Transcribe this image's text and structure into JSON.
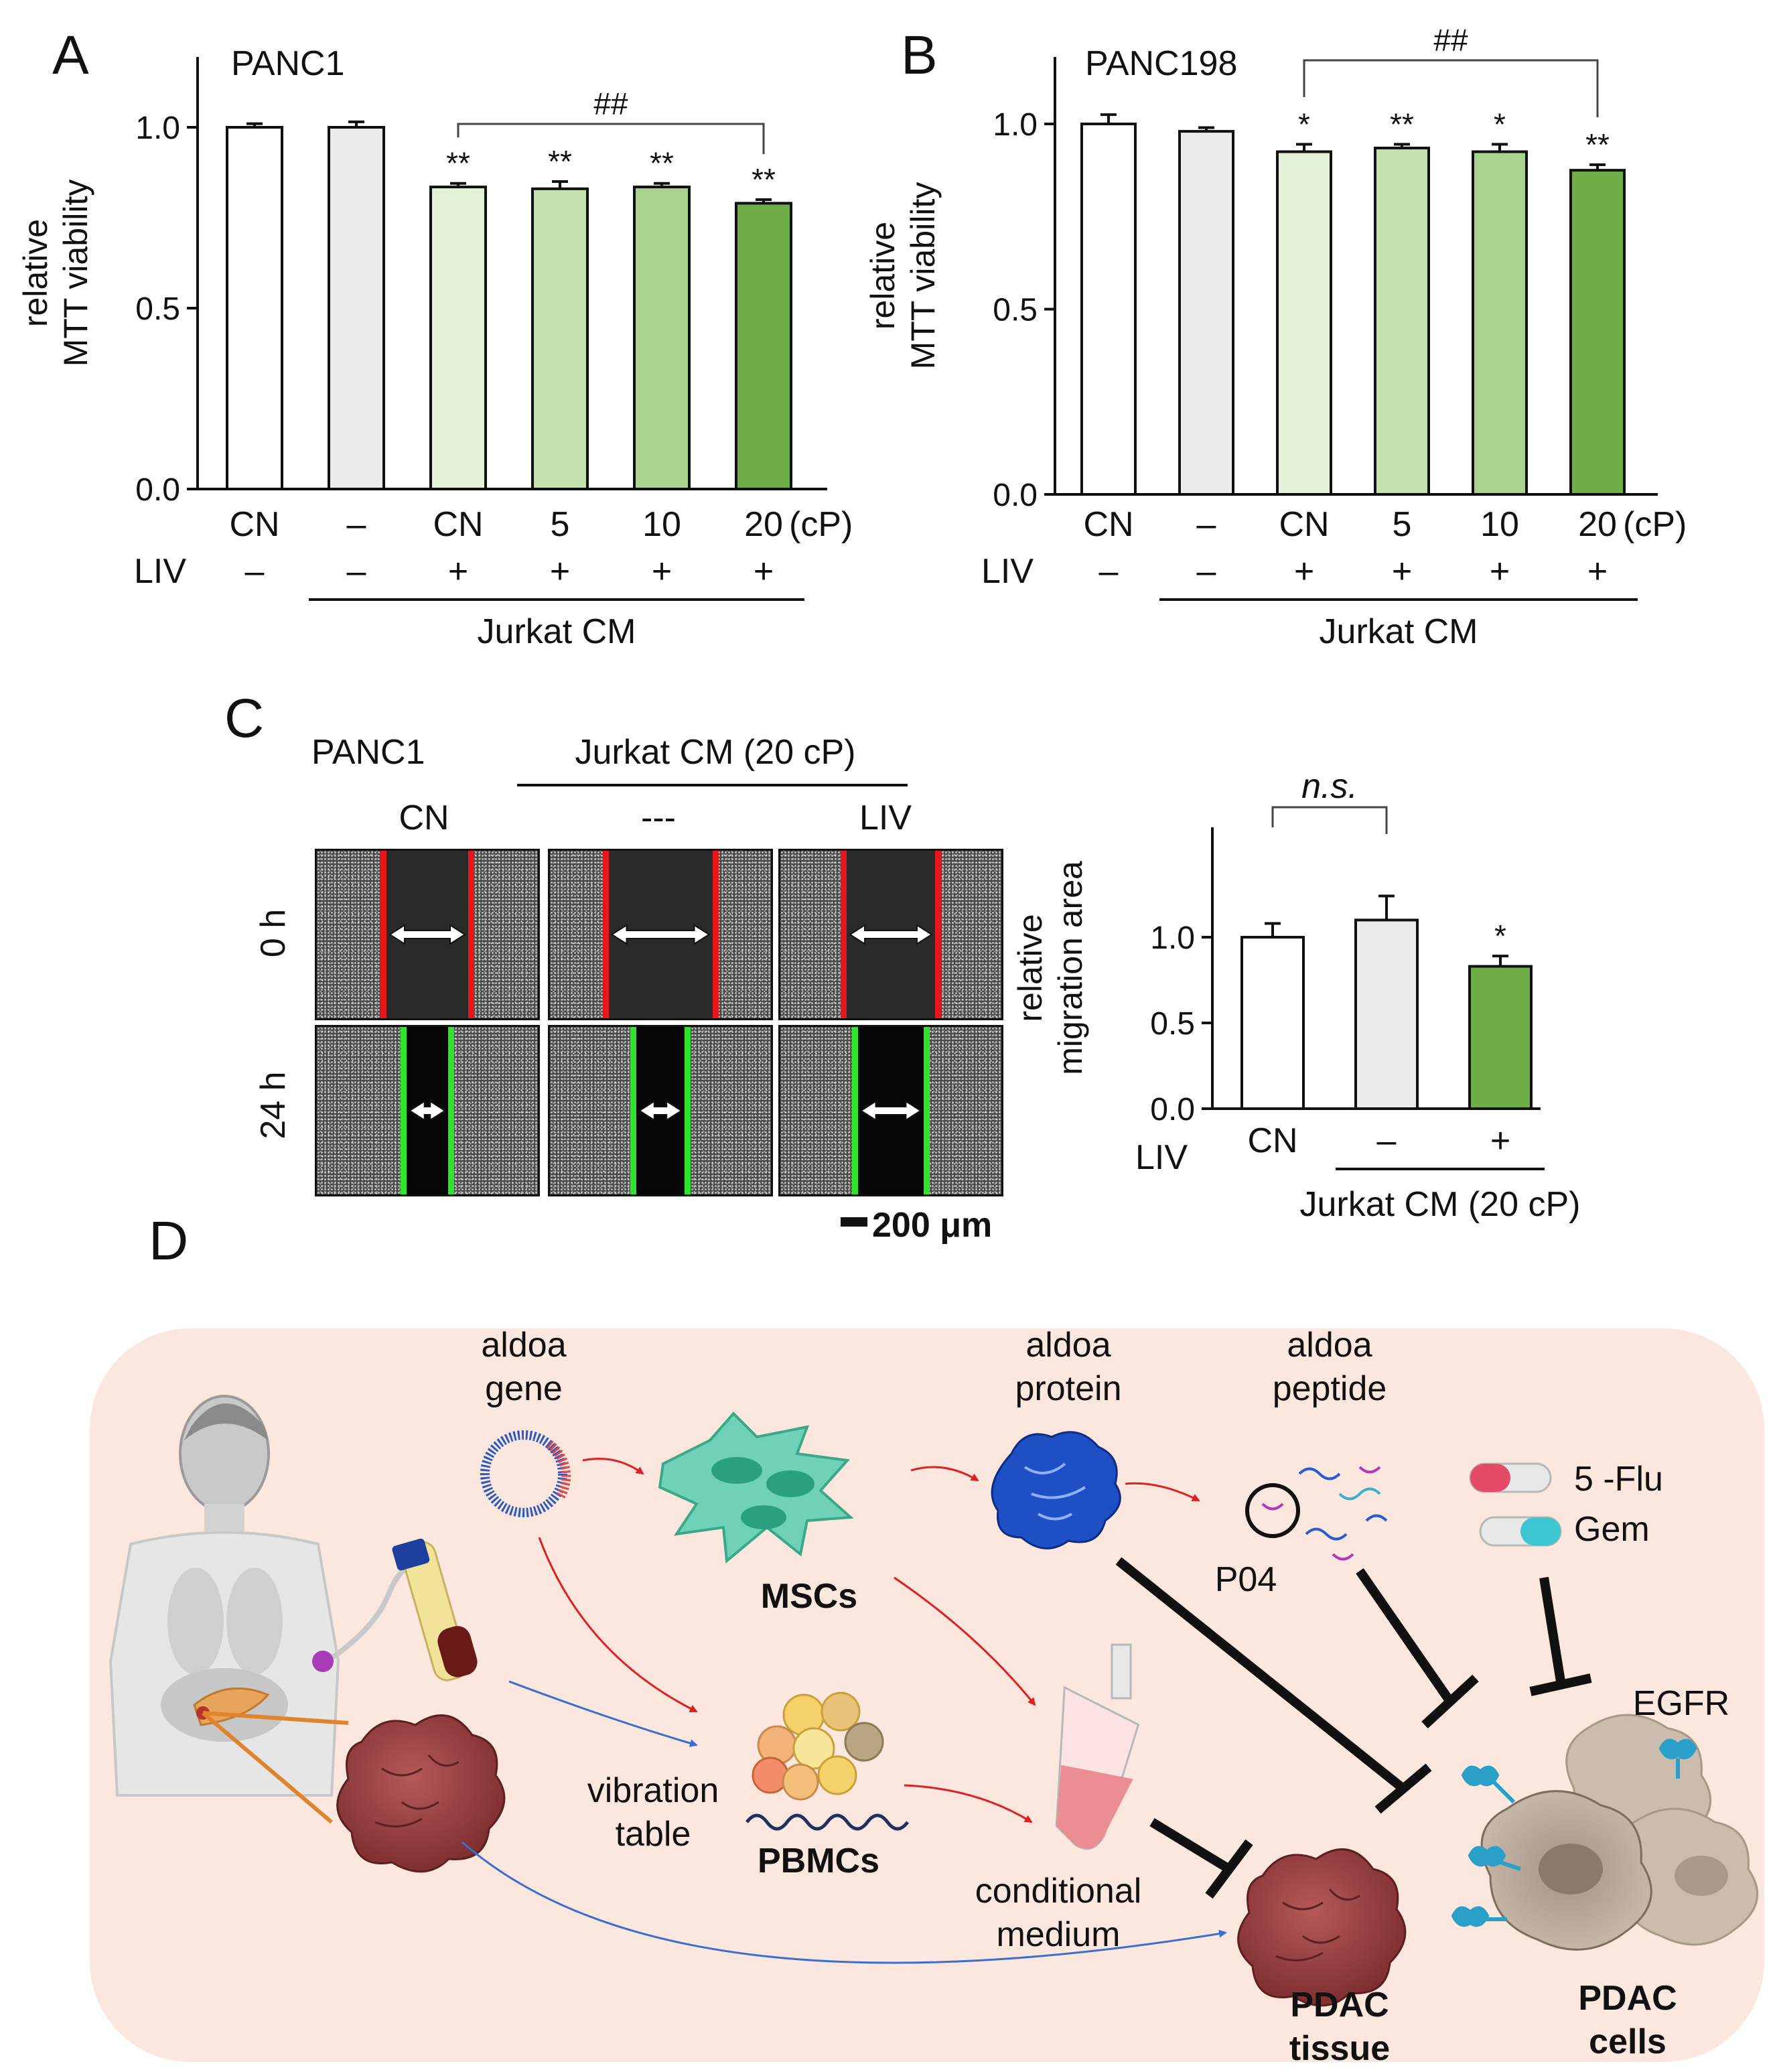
{
  "panels": {
    "a": "A",
    "b": "B",
    "c": "C",
    "d": "D"
  },
  "chart_data": [
    {
      "type": "bar",
      "id": "A",
      "title": "PANC1",
      "ylabel_line1": "relative",
      "ylabel_line2": "MTT viability",
      "ylim": [
        0,
        1.0
      ],
      "yticks": [
        "0.0",
        "0.5",
        "1.0"
      ],
      "categories": [
        "CN",
        "–",
        "CN",
        "5",
        "10",
        "20"
      ],
      "unit_label": "(cP)",
      "liv_label": "LIV",
      "liv": [
        "–",
        "–",
        "+",
        "+",
        "+",
        "+"
      ],
      "group_label": "Jurkat CM",
      "values": [
        1.0,
        1.0,
        0.835,
        0.83,
        0.835,
        0.79
      ],
      "errors": [
        0.01,
        0.015,
        0.01,
        0.02,
        0.01,
        0.01
      ],
      "colors": [
        "#ffffff",
        "#ebebeb",
        "#e3f1d8",
        "#c5e2ae",
        "#a9d490",
        "#6fad47"
      ],
      "stars": [
        "",
        "",
        "**",
        "**",
        "**",
        "**"
      ],
      "bracket": {
        "from": 2,
        "to": 5,
        "label": "##"
      }
    },
    {
      "type": "bar",
      "id": "B",
      "title": "PANC198",
      "ylabel_line1": "relative",
      "ylabel_line2": "MTT viability",
      "ylim": [
        0,
        1.0
      ],
      "yticks": [
        "0.0",
        "0.5",
        "1.0"
      ],
      "categories": [
        "CN",
        "–",
        "CN",
        "5",
        "10",
        "20"
      ],
      "unit_label": "(cP)",
      "liv_label": "LIV",
      "liv": [
        "–",
        "–",
        "+",
        "+",
        "+",
        "+"
      ],
      "group_label": "Jurkat CM",
      "values": [
        1.0,
        0.98,
        0.925,
        0.935,
        0.925,
        0.875
      ],
      "errors": [
        0.025,
        0.01,
        0.02,
        0.01,
        0.02,
        0.015
      ],
      "colors": [
        "#ffffff",
        "#ebebeb",
        "#e3f1d8",
        "#c5e2ae",
        "#a9d490",
        "#6fad47"
      ],
      "stars": [
        "",
        "",
        "*",
        "**",
        "*",
        "**"
      ],
      "bracket": {
        "from": 2,
        "to": 5,
        "label": "##"
      }
    },
    {
      "type": "bar",
      "id": "C",
      "ylabel_line1": "relative",
      "ylabel_line2": "migration area",
      "ylim": [
        0,
        1.25
      ],
      "yticks": [
        "0.0",
        "0.5",
        "1.0"
      ],
      "categories": [
        "CN",
        "–",
        "+"
      ],
      "liv_label": "LIV",
      "group_label": "Jurkat CM (20 cP)",
      "values": [
        1.0,
        1.1,
        0.83
      ],
      "errors": [
        0.08,
        0.14,
        0.06
      ],
      "colors": [
        "#ffffff",
        "#ebebeb",
        "#6fad47"
      ],
      "stars": [
        "",
        "",
        "*"
      ],
      "bracket": {
        "from": 0,
        "to": 1,
        "label": "n.s."
      }
    }
  ],
  "micrographs": {
    "cell_line": "PANC1",
    "treatment_header": "Jurkat  CM (20 cP)",
    "columns": [
      "CN",
      "---",
      "LIV"
    ],
    "rows": [
      "0 h",
      "24 h"
    ],
    "scale_bar": "200 μm",
    "gap_fraction_0h": [
      0.4,
      0.5,
      0.43
    ],
    "gap_fraction_24h": [
      0.22,
      0.25,
      0.33
    ],
    "edge_color_0h": "#e8161a",
    "edge_color_24h": "#2ee52b"
  },
  "diagram": {
    "bg_color": "#fbe7dd",
    "aldoa_gene": [
      "aldoa",
      "gene"
    ],
    "aldoa_protein": [
      "aldoa",
      "protein"
    ],
    "aldoa_peptide": [
      "aldoa",
      "peptide"
    ],
    "p04": "P04",
    "msc": "MSCs",
    "pbmc": "PBMCs",
    "vibration": [
      "vibration",
      "table"
    ],
    "medium": [
      "conditional",
      "medium"
    ],
    "drug1": "5 -Flu",
    "drug2": "Gem",
    "egfr": "EGFR",
    "pdac_tissue": [
      "PDAC",
      "tissue"
    ],
    "pdac_cells": [
      "PDAC",
      "cells"
    ]
  }
}
